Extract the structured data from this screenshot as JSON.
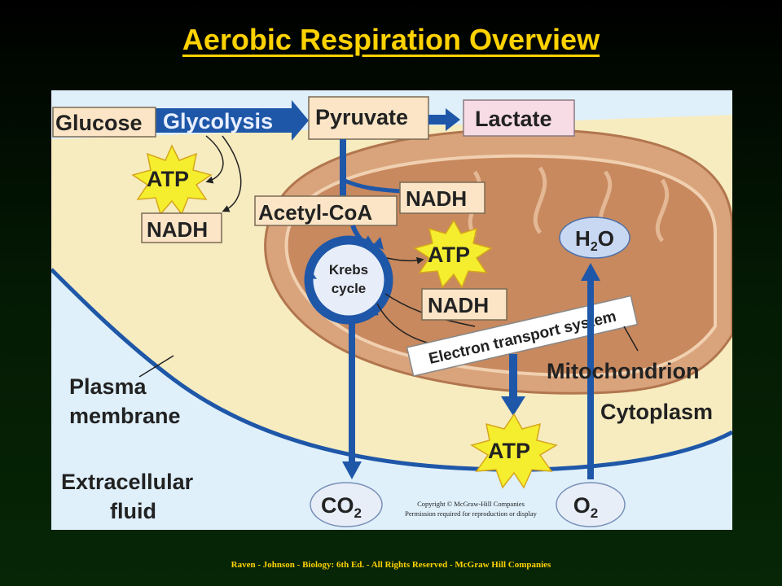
{
  "title": "Aerobic Respiration Overview",
  "footer": "Raven - Johnson - Biology: 6th Ed.  - All Rights Reserved - McGraw Hill Companies",
  "diagram": {
    "glucose": "Glucose",
    "glycolysis": "Glycolysis",
    "pyruvate": "Pyruvate",
    "lactate": "Lactate",
    "atp": "ATP",
    "nadh": "NADH",
    "acetyl_coa": "Acetyl-CoA",
    "krebs_line1": "Krebs",
    "krebs_line2": "cycle",
    "electron_transport": "Electron transport system",
    "mitochondrion": "Mitochondrion",
    "cytoplasm": "Cytoplasm",
    "plasma_line1": "Plasma",
    "plasma_line2": "membrane",
    "extracellular_line1": "Extracellular",
    "extracellular_line2": "fluid",
    "h2o_main": "H",
    "h2o_sub": "2",
    "h2o_end": "O",
    "co2_main": "CO",
    "co2_sub": "2",
    "o2_main": "O",
    "o2_sub": "2",
    "copyright_line1": "Copyright © McGraw-Hill Companies",
    "copyright_line2": "Permission required for reproduction or display"
  },
  "colors": {
    "accent_title": "#ffd200",
    "extracellular": "#dff0fb",
    "cytoplasm": "#f7ecc0",
    "mito_outer": "#d9a47c",
    "mito_inner": "#c8895e",
    "arrow_blue": "#1f57a8",
    "label_box": "#fbe5c6",
    "lactate_box": "#f7dbe5",
    "atp_star": "#f5ee2e",
    "oval": "#c9d8f2"
  }
}
